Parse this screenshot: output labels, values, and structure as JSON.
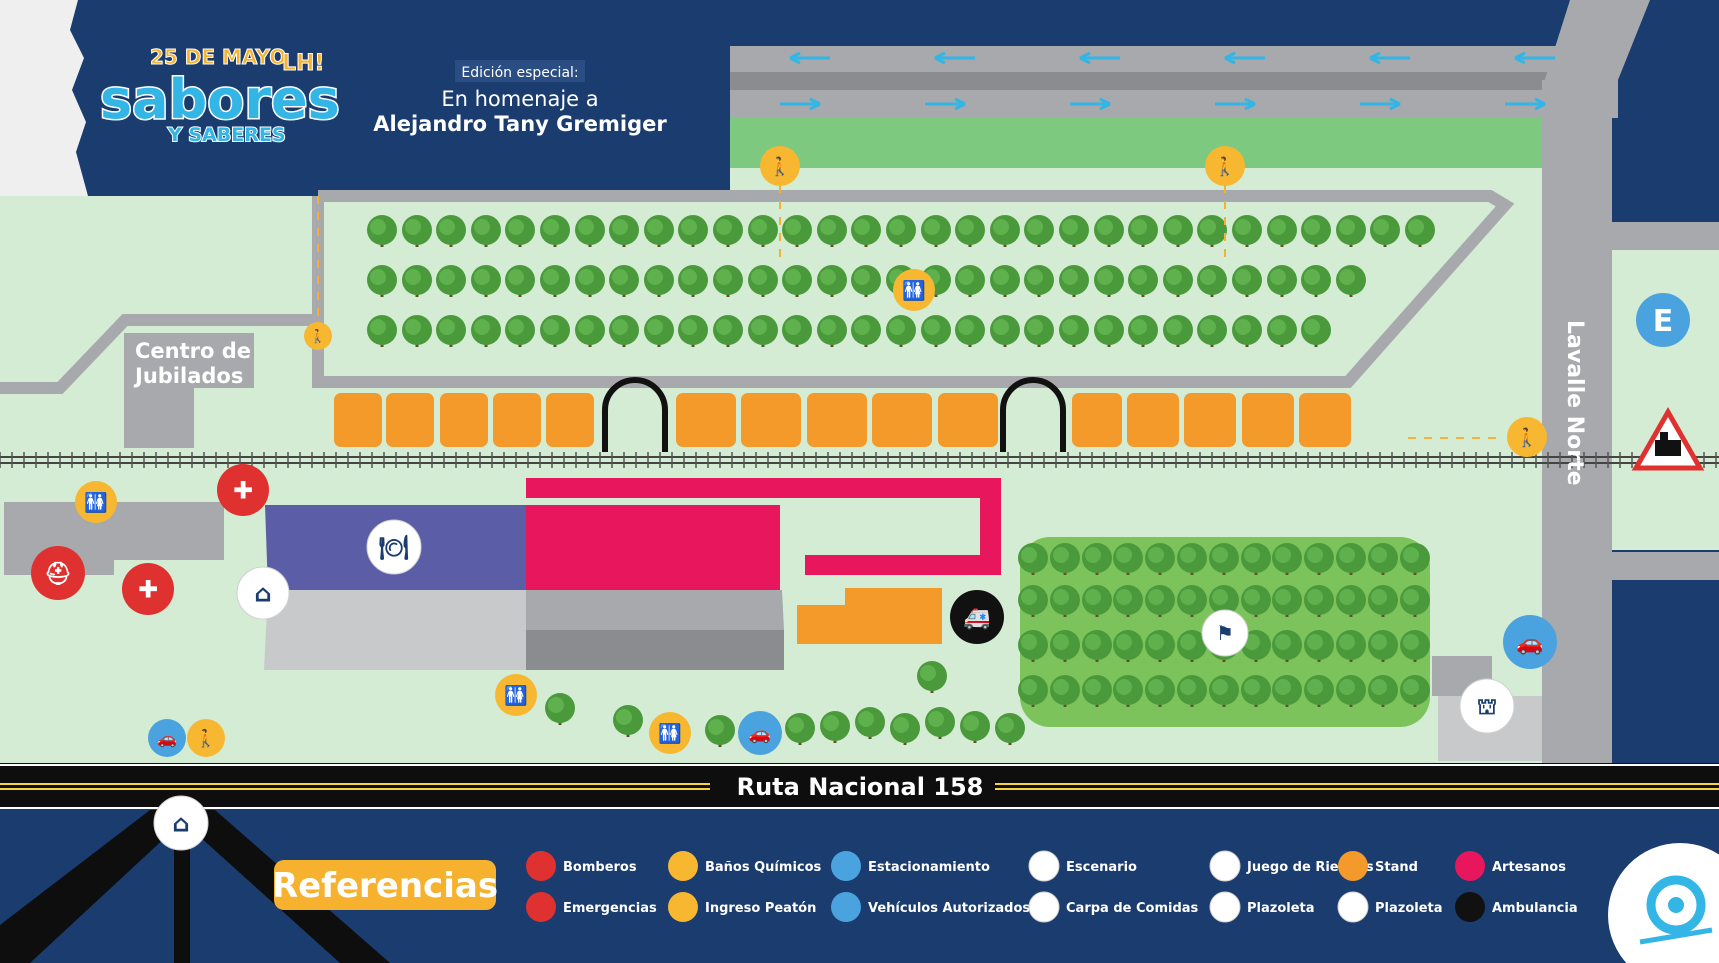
{
  "brand": {
    "line1": "25 DE MAYO",
    "line1b": "LH!",
    "line2": "sabores",
    "line3": "Y SABERES"
  },
  "banner": {
    "kicker": "Edición especial:",
    "line1": "En homenaje a",
    "line2": "Alejandro Tany Gremiger"
  },
  "places": {
    "centro": [
      "Centro de",
      "Jubilados"
    ],
    "lavalle": "Lavalle Norte",
    "ruta": "Ruta Nacional 158"
  },
  "legend": {
    "title": "Referencias",
    "items": [
      {
        "label": "Bomberos",
        "icon": "firefighter-icon",
        "color": "#e03131"
      },
      {
        "label": "Emergencias",
        "icon": "emergency-icon",
        "color": "#e03131"
      },
      {
        "label": "Baños Químicos",
        "icon": "toilets-icon",
        "color": "#f7b731"
      },
      {
        "label": "Ingreso Peatón",
        "icon": "pedestrian-icon",
        "color": "#f7b731"
      },
      {
        "label": "Estacionamiento",
        "icon": "parking-icon",
        "color": "#4aa3df"
      },
      {
        "label": "Vehículos Autorizados",
        "icon": "car-icon",
        "color": "#4aa3df"
      },
      {
        "label": "Escenario",
        "icon": "stage-icon",
        "color": "#ffffff"
      },
      {
        "label": "Carpa de Comidas",
        "icon": "food-tent-icon",
        "color": "#ffffff"
      },
      {
        "label": "Juego de Riendas",
        "icon": "reins-game-icon",
        "color": "#ffffff"
      },
      {
        "label": "Plazoleta",
        "icon": "obelisk-icon",
        "color": "#ffffff"
      },
      {
        "label": "Stand",
        "icon": "stand-icon",
        "color": "#f39a2b"
      },
      {
        "label": "Plazoleta",
        "icon": "plaza-icon",
        "color": "#ffffff"
      },
      {
        "label": "Artesanos",
        "icon": "artisans-icon",
        "color": "#e8175d"
      },
      {
        "label": "Ambulancia",
        "icon": "ambulance-icon",
        "color": "#111111"
      }
    ]
  },
  "colors": {
    "navy": "#1a3c6e",
    "ground": "#d4ecd4",
    "road": "#a7a9ac",
    "stand": "#f39a2b",
    "artisans": "#e8175d",
    "food": "#5b5ea6",
    "tree": "#4a9a3c",
    "park": "#7cc35b"
  }
}
